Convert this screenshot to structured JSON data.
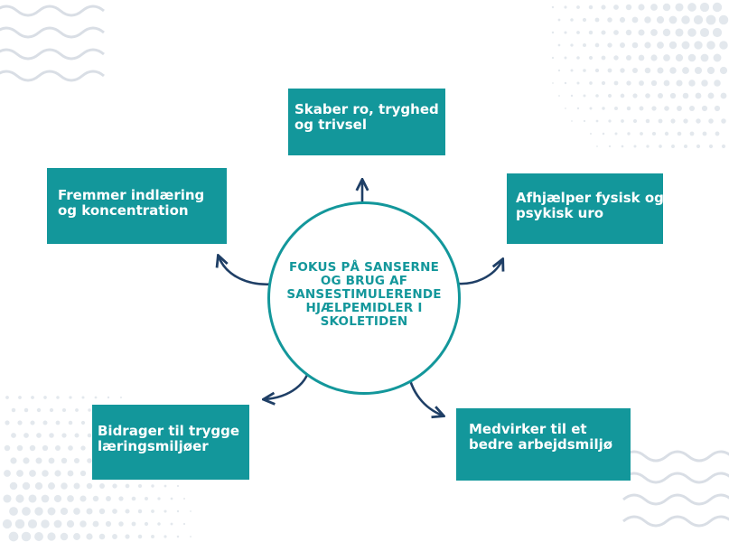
{
  "center": {
    "lines": [
      "FOKUS PÅ SANSERNE",
      "OG BRUG AF",
      "SANSESTIMULERENDE",
      "HJÆLPEMIDLER I",
      "SKOLETIDEN"
    ]
  },
  "nodes": {
    "top": {
      "lines": [
        "Skaber ro, tryghed",
        "og trivsel"
      ]
    },
    "left": {
      "lines": [
        "Fremmer indlæring",
        "og koncentration"
      ]
    },
    "right": {
      "lines": [
        "Afhjælper fysisk og",
        "psykisk uro"
      ]
    },
    "bottom_left": {
      "lines": [
        "Bidrager til trygge",
        "læringsmiljøer"
      ]
    },
    "bottom_right": {
      "lines": [
        "Medvirker til et",
        "bedre arbejdsmiljø"
      ]
    }
  },
  "colors": {
    "accent": "#13979b",
    "arrow": "#1f3f66",
    "decoration": "#d7dde4"
  }
}
